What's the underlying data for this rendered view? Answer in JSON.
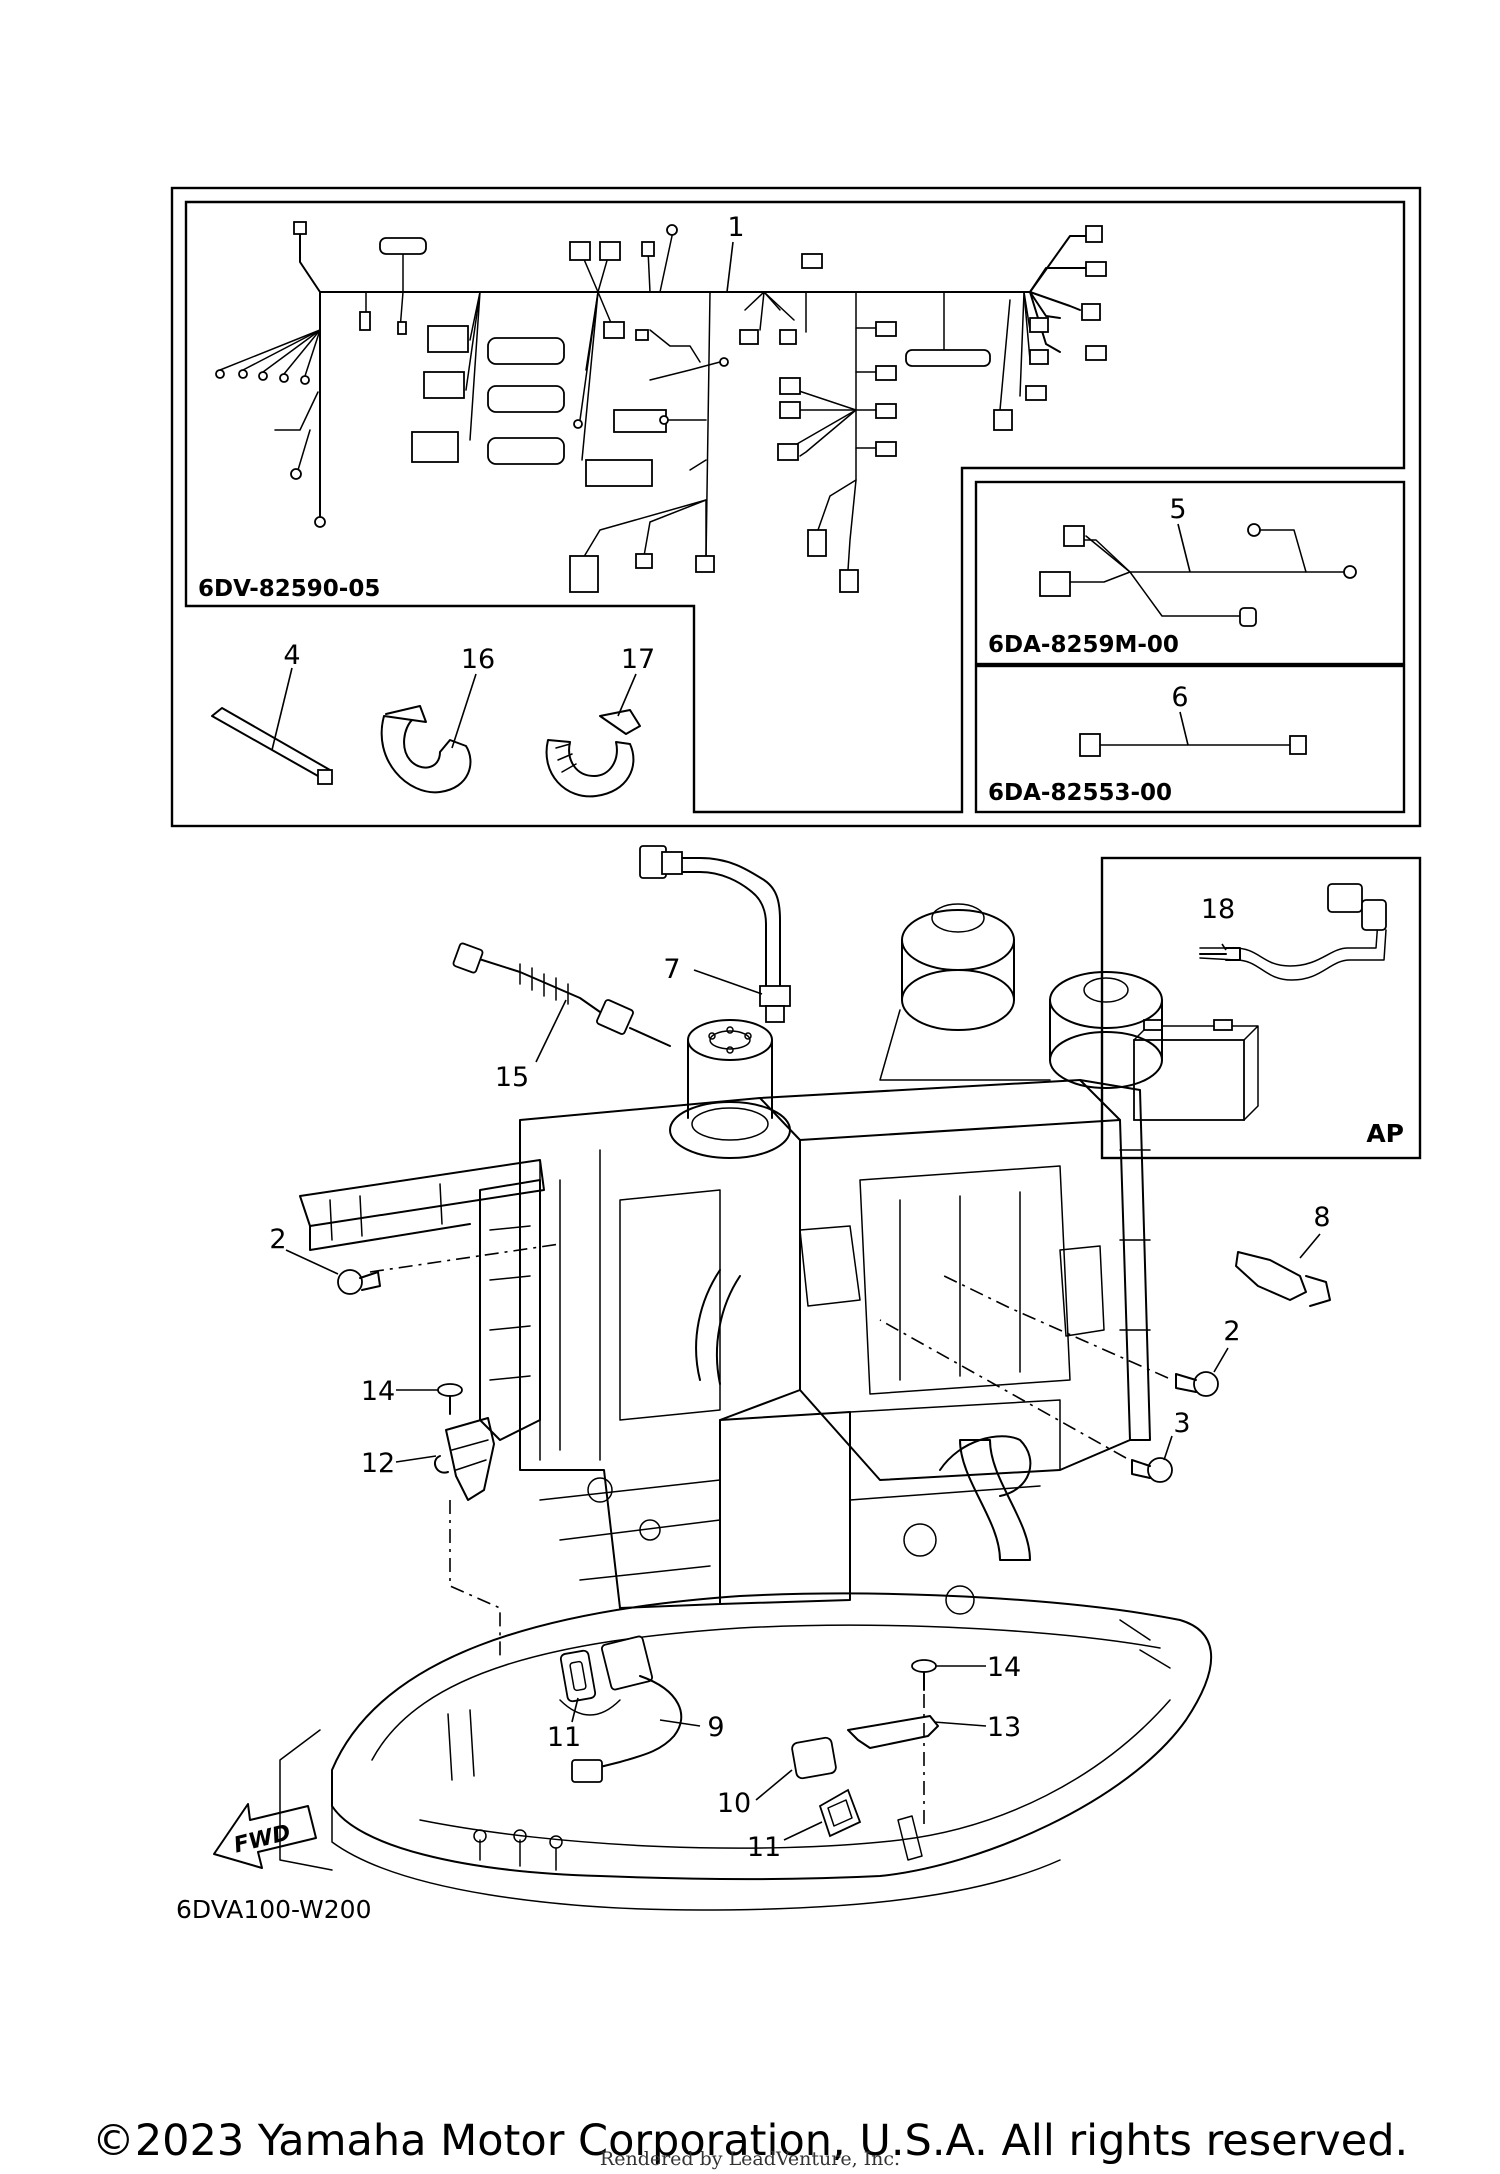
{
  "diagram": {
    "harness_code": "6DV-82590-05",
    "sub_harness_code": "6DA-8259M-00",
    "lead_code": "6DA-82553-00",
    "illustration_code": "6DVA100-W200",
    "ap_label": "AP",
    "fwd_label": "FWD",
    "callouts": [
      "1",
      "2",
      "2",
      "3",
      "4",
      "5",
      "6",
      "7",
      "8",
      "9",
      "10",
      "11",
      "11",
      "12",
      "13",
      "14",
      "14",
      "15",
      "16",
      "17",
      "18"
    ]
  },
  "footer": {
    "copyright": "©2023 Yamaha Motor Corporation, U.S.A. All rights reserved.",
    "rendered_by": "Rendered by LeadVenture, Inc."
  }
}
